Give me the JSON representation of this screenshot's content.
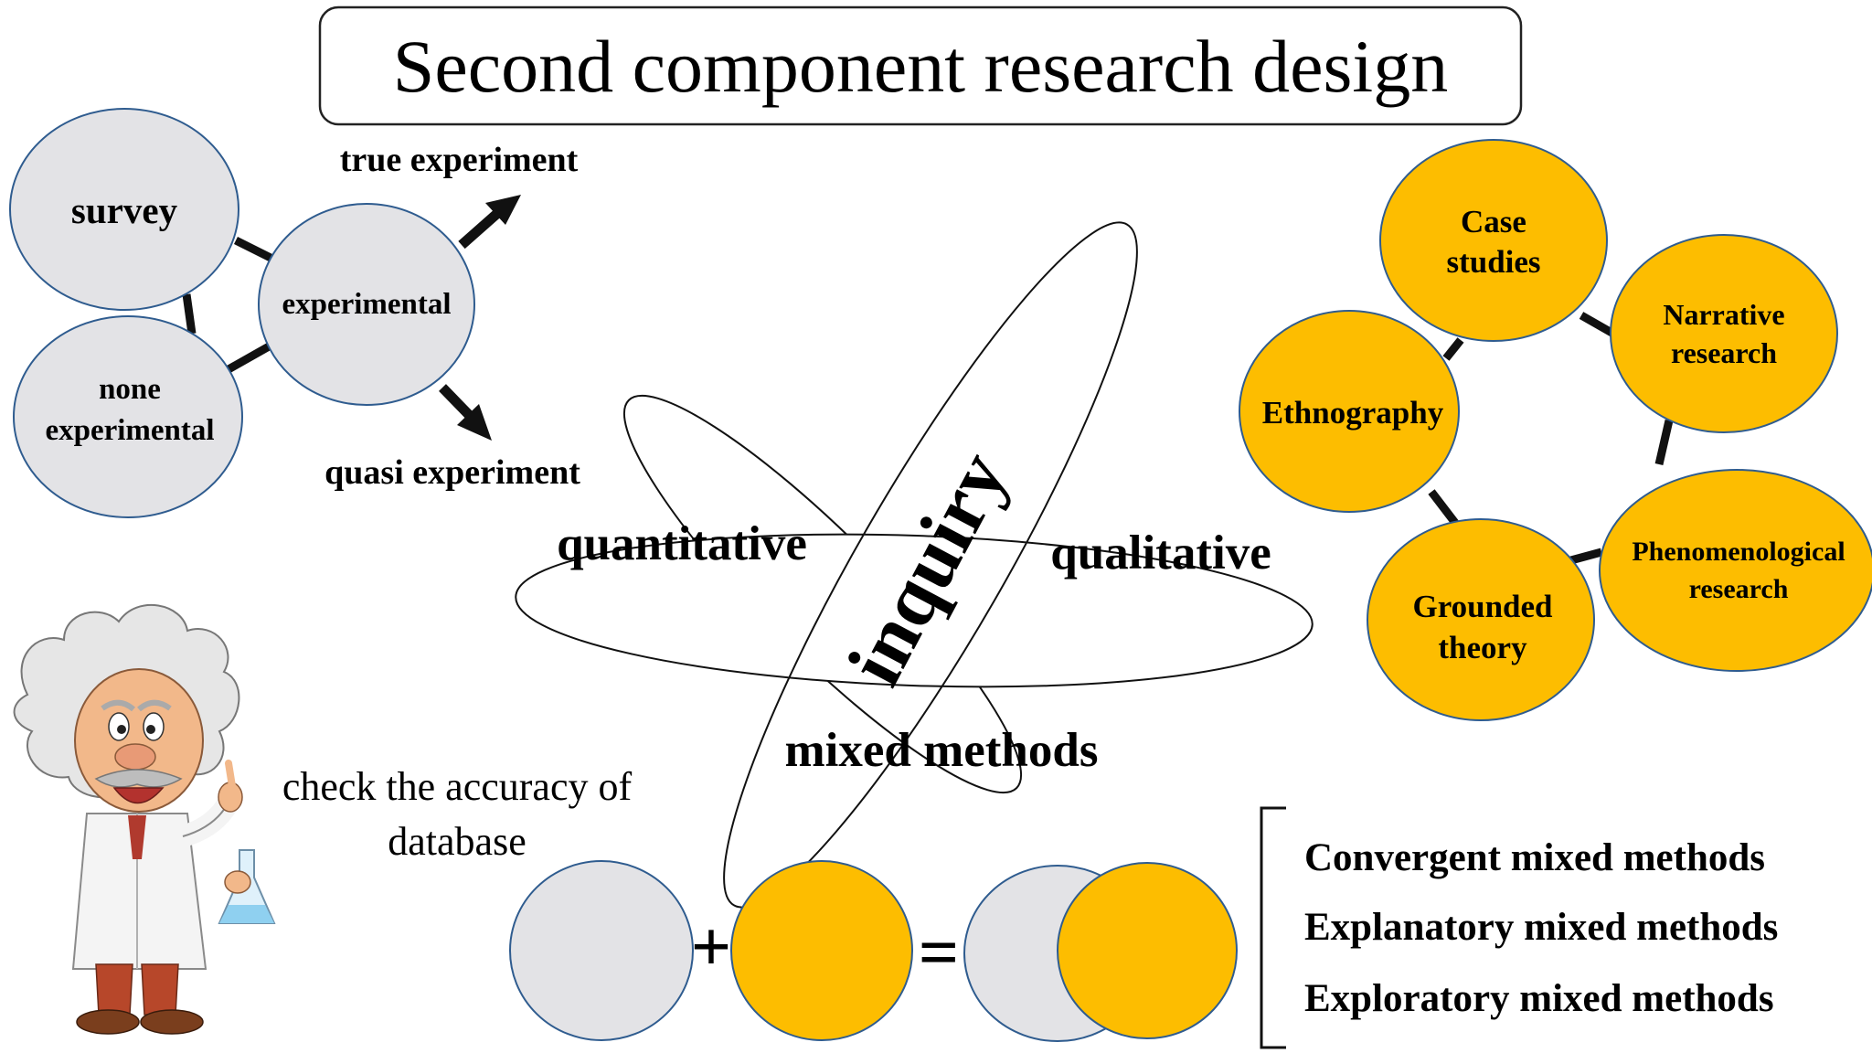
{
  "title": "Second component research design",
  "quantitative_cluster": {
    "survey": "survey",
    "experimental": "experimental",
    "none_experimental": [
      "none",
      "experimental"
    ],
    "true_experiment": "true experiment",
    "quasi_experiment": "quasi experiment"
  },
  "atom": {
    "center": "inquiry",
    "left": "quantitative",
    "right": "qualitative",
    "bottom": "mixed methods"
  },
  "qualitative_cluster": {
    "case_studies": [
      "Case",
      "studies"
    ],
    "narrative_research": [
      "Narrative",
      "research"
    ],
    "ethnography": "Ethnography",
    "phenomenological_research": [
      "Phenomenological",
      "research"
    ],
    "grounded_theory": [
      "Grounded",
      "theory"
    ]
  },
  "scientist_caption": [
    "check the accuracy of",
    "database"
  ],
  "equation": {
    "plus": "+",
    "equals": "="
  },
  "mixed_methods_types": [
    "Convergent mixed methods",
    "Explanatory mixed methods",
    "Exploratory mixed methods"
  ],
  "colors": {
    "gray_fill": "#e3e3e6",
    "gold_fill": "#fdbd00",
    "outline": "#2f5c8f",
    "text": "#111111"
  }
}
